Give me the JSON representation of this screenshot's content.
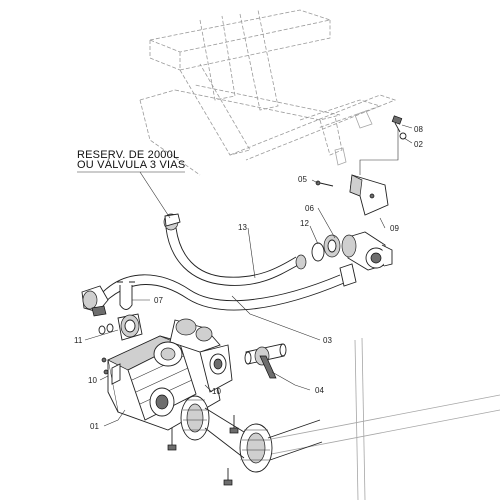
{
  "note": {
    "line1": "RESERV. DE  2000L",
    "line2": "OU VÁLVULA 3 VIAS"
  },
  "callouts": {
    "c08": "08",
    "c02": "02",
    "c05": "05",
    "c06": "06",
    "c09": "09",
    "c12": "12",
    "c13": "13",
    "c07": "07",
    "c03": "03",
    "c11": "11",
    "c10a": "10",
    "c10b": "10",
    "c04": "04",
    "c01": "01"
  }
}
